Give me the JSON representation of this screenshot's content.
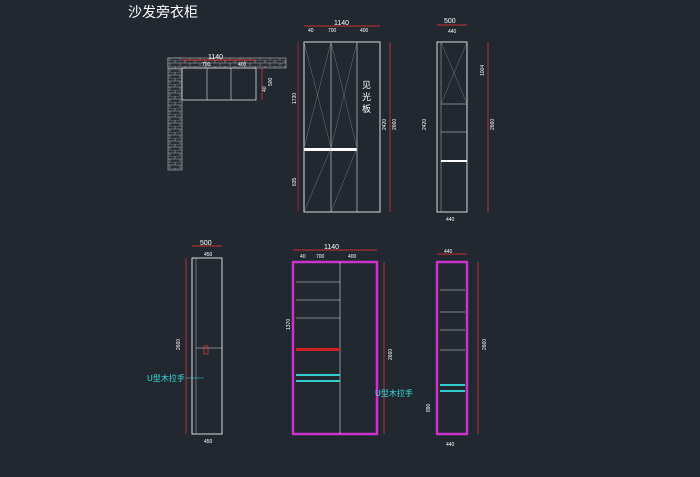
{
  "title": "沙发旁衣柜",
  "plan": {
    "width": "1140",
    "inner_700": "700",
    "inner_400": "400",
    "depth": "500",
    "small_40": "40"
  },
  "front": {
    "width": "1140",
    "dim_40a": "40",
    "dim_700": "700",
    "dim_400": "400",
    "note1": "见",
    "note2": "光",
    "note3": "板",
    "height": "2660",
    "dim_2420": "2420",
    "dim_1730": "1730",
    "dim_635": "635"
  },
  "side_top": {
    "width": "500",
    "dim_440": "440",
    "height": "2660",
    "dim_2420": "2420",
    "dim_1004": "1004"
  },
  "bottom_left": {
    "width": "500",
    "dim_450": "450",
    "height": "2660",
    "handle": "U型木拉手"
  },
  "interior": {
    "width": "1140",
    "dim_40": "40",
    "dim_700": "700",
    "dim_400": "400",
    "height": "2660",
    "handle": "U型木拉手",
    "dim_1370": "1370"
  },
  "bottom_right": {
    "dim_440": "440",
    "height": "2660",
    "dim_890": "890"
  }
}
